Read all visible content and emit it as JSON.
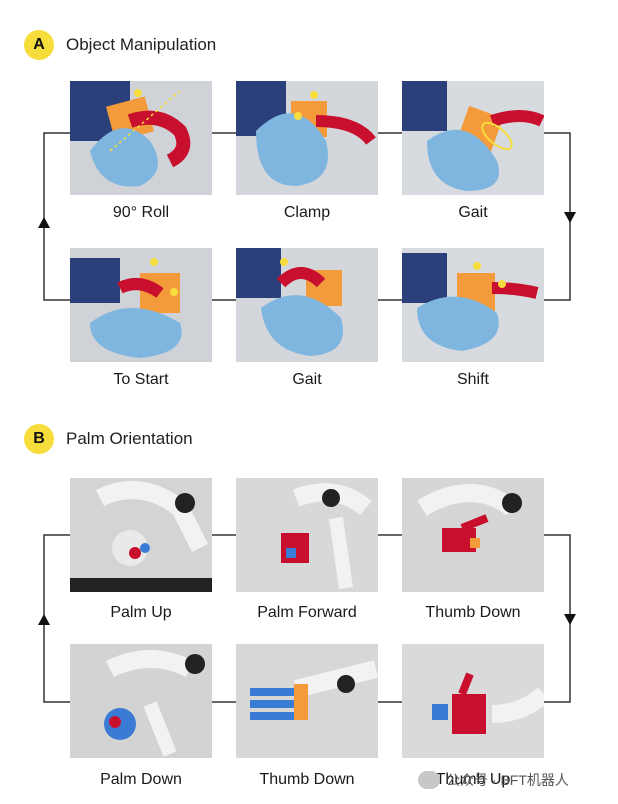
{
  "sections": [
    {
      "badge": "A",
      "title": "Object Manipulation",
      "captions": [
        "90° Roll",
        "Clamp",
        "Gait",
        "To Start",
        "Gait",
        "Shift"
      ]
    },
    {
      "badge": "B",
      "title": "Palm Orientation",
      "captions": [
        "Palm Up",
        "Palm Forward",
        "Thumb Down",
        "Palm Down",
        "Thumb Down",
        "Thumb Up"
      ]
    }
  ],
  "watermark": {
    "text": "公众号 · BFT机器人",
    "icon": "wechat-icon"
  },
  "colors": {
    "badge": "#f6dd3c",
    "arrow": "#f6dd3c",
    "cube": "#f39a3a",
    "finger_red": "#c8102e",
    "finger_blue": "#7fb6e0"
  }
}
